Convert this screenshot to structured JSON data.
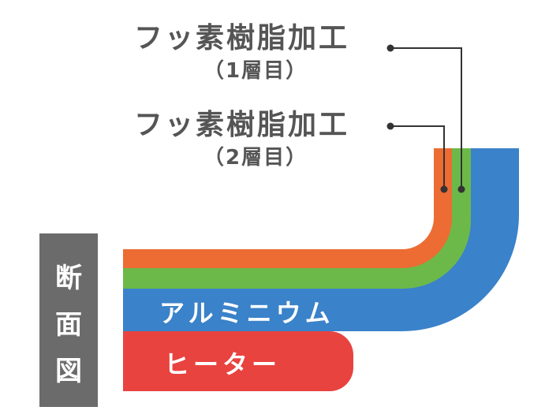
{
  "side_label": [
    "断",
    "面",
    "図"
  ],
  "callouts": [
    {
      "title": "フッ素樹脂加工",
      "sub": "（1層目）"
    },
    {
      "title": "フッ素樹脂加工",
      "sub": "（2層目）"
    }
  ],
  "layers": {
    "aluminum": "アルミニウム",
    "heater": "ヒーター"
  },
  "colors": {
    "layer1": "#ec6c33",
    "layer2": "#6cb94a",
    "aluminum": "#3a82c9",
    "heater": "#e8433f",
    "side_band": "#6b6b6b",
    "text": "#555555",
    "leader": "#333333"
  }
}
